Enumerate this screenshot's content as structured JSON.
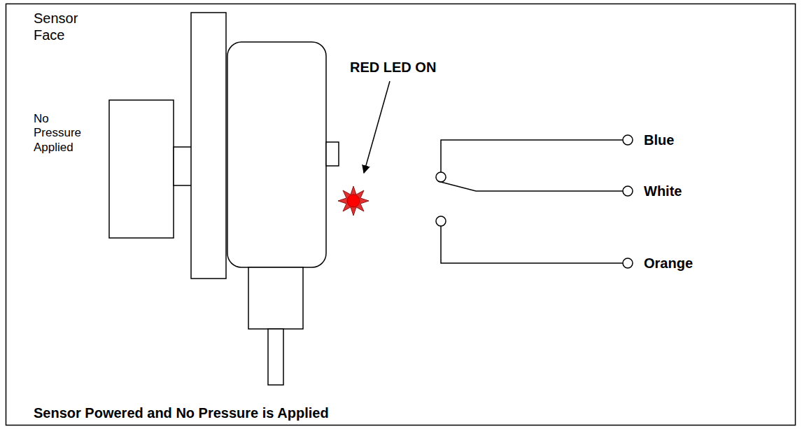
{
  "diagram": {
    "caption": "Sensor Powered and No Pressure is Applied",
    "labels": [
      "Sensor Face",
      "No Pressure Applied",
      "RED LED ON",
      "Blue",
      "White",
      "Orange"
    ]
  }
}
